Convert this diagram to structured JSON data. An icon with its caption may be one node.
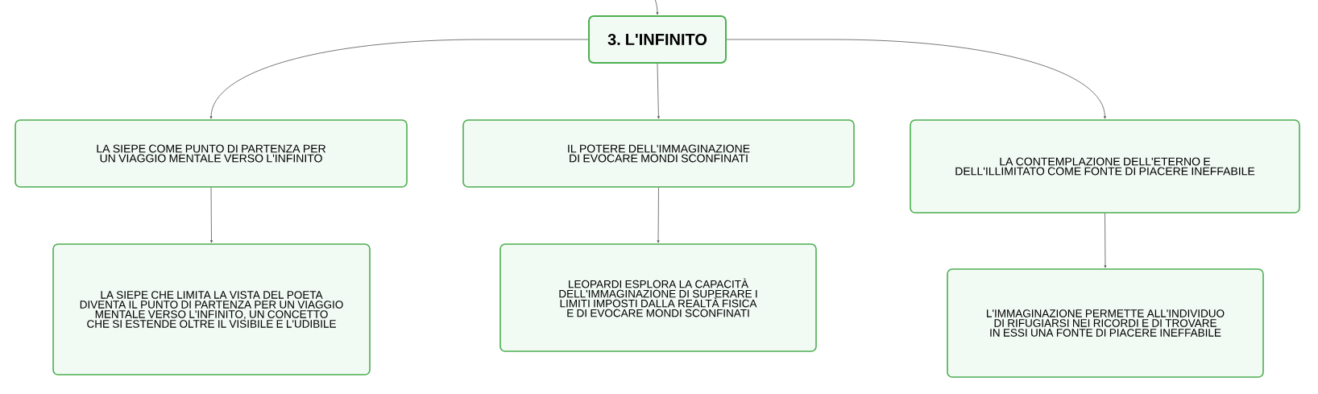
{
  "diagram": {
    "nodes": [
      {
        "text": [
          "3. L'INFINITO"
        ]
      },
      {
        "text": [
          "LA SIEPE COME PUNTO DI PARTENZA PER UN VIAGGIO MENTALE VERSO L'INFINITO"
        ]
      },
      {
        "text": [
          "IL POTERE DELL'IMMAGINAZIONE DI EVOCARE MONDI SCONFINATI"
        ]
      },
      {
        "text": [
          "LA CONTEMPLAZIONE DELL'ETERNO E DELL'ILLIMITATO COME FONTE DI PIACERE INEFFABILE"
        ]
      },
      {
        "text": [
          "LA SIEPE CHE LIMITA LA VISTA DEL POETA DIVENTA IL PUNTO DI PARTENZA PER UN VIAGGIO MENTALE VERSO L'INFINITO, UN CONCETTO CHE SI ESTENDE OLTRE IL VISIBILE E L'UDIBILE"
        ]
      },
      {
        "text": [
          "LEOPARDI ESPLORA LA CAPACITÀ DELL'IMMAGINAZIONE DI SUPERARE I LIMITI IMPOSTI DALLA REALTÀ FISICA E DI EVOCARE MONDI SCONFINATI"
        ]
      },
      {
        "text": [
          "L'IMMAGINAZIONE PERMETTE ALL'INDIVIDUO DI RIFUGIARSI NEI RICORDI E DI TROVARE IN ESSI UNA FONTE DI PIACERE INEFFABILE"
        ]
      }
    ],
    "edges": [
      {
        "from": null,
        "to": 0,
        "arrow": "to"
      },
      {
        "from": 0,
        "to": 1,
        "arrow": "to"
      },
      {
        "from": 0,
        "to": 2,
        "arrow": "to"
      },
      {
        "from": 0,
        "to": 3,
        "arrow": "to"
      },
      {
        "from": 1,
        "to": 4,
        "arrow": "to"
      },
      {
        "from": 2,
        "to": 5,
        "arrow": "to"
      },
      {
        "from": 3,
        "to": 6,
        "arrow": "to"
      }
    ]
  }
}
